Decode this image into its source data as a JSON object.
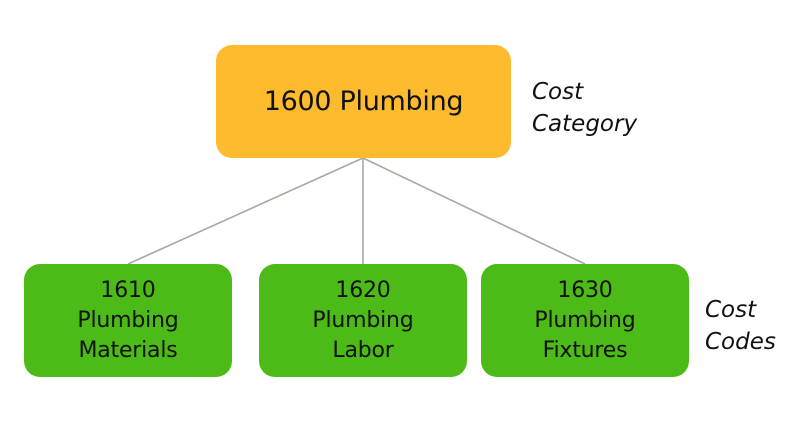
{
  "diagram": {
    "type": "hierarchy",
    "parent": {
      "label": "1600 Plumbing",
      "color": "#FDBB2D"
    },
    "parent_level_label": [
      "Cost",
      "Category"
    ],
    "children": [
      {
        "lines": [
          "1610",
          "Plumbing",
          "Materials"
        ],
        "color": "#4CBB17"
      },
      {
        "lines": [
          "1620",
          "Plumbing",
          "Labor"
        ],
        "color": "#4CBB17"
      },
      {
        "lines": [
          "1630",
          "Plumbing",
          "Fixtures"
        ],
        "color": "#4CBB17"
      }
    ],
    "child_level_label": [
      "Cost",
      "Codes"
    ],
    "connector_color": "#A8A8A0"
  }
}
